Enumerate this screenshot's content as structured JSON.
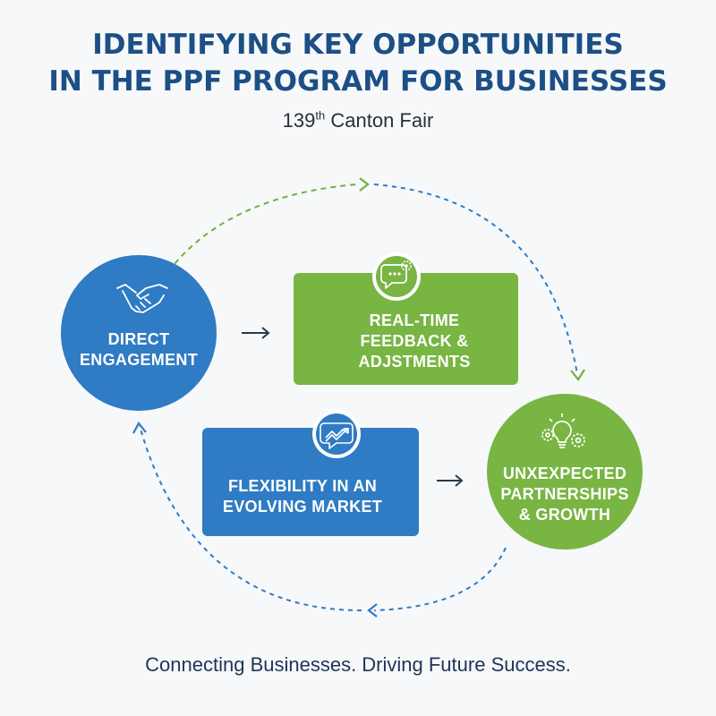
{
  "title": {
    "line1": "IDENTIFYING KEY OPPORTUNITIES",
    "line2": "IN THE PPF PROGRAM FOR BUSINESSES"
  },
  "subtitle": {
    "number": "139",
    "superscript": "th",
    "text": "Canton Fair"
  },
  "nodes": {
    "direct_engagement": {
      "lines": [
        "DIRECT",
        "ENGAGEMENT"
      ],
      "color": "#2f7bc4",
      "icon": "handshake-icon"
    },
    "real_time_feedback": {
      "lines": [
        "REAL-TIME",
        "FEEDBACK &",
        "ADJSTMENTS"
      ],
      "color": "#78b543",
      "icon": "chat-gears-icon"
    },
    "flexibility": {
      "lines": [
        "FLEXIBILITY IN AN",
        "EVOLVING MARKET"
      ],
      "color": "#2f7bc4",
      "icon": "chat-trend-icon"
    },
    "partnerships": {
      "lines": [
        "UNXEXPECTED",
        "PARTNERSHIPS",
        "& GROWTH"
      ],
      "color": "#78b543",
      "icon": "lightbulb-gears-icon"
    }
  },
  "connector_colors": {
    "green": "#6cb33f",
    "blue": "#2f7bc4",
    "arrow": "#2b3a4a"
  },
  "footer": "Connecting Businesses. Driving Future Success."
}
